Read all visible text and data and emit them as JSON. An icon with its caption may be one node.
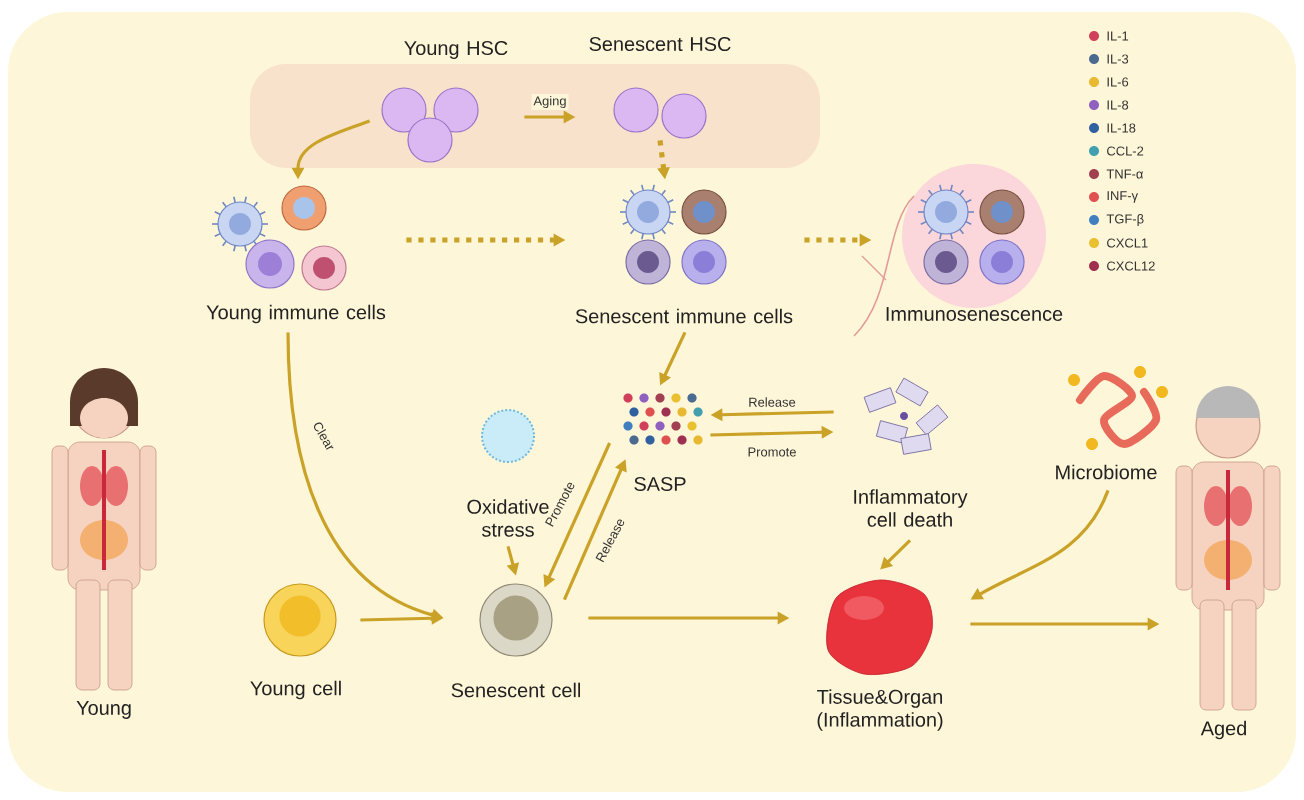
{
  "diagram": {
    "nodes": [
      {
        "text": [
          "Young HSC"
        ]
      },
      {
        "text": [
          "Senescent HSC"
        ]
      },
      {
        "text": [
          "Young immune cells"
        ]
      },
      {
        "text": [
          "Senescent immune cells"
        ]
      },
      {
        "text": [
          "Immunosenescence"
        ]
      },
      {
        "text": [
          "SASP"
        ]
      },
      {
        "text": [
          "Oxidative stress"
        ]
      },
      {
        "text": [
          "Inflammatory cell death"
        ]
      },
      {
        "text": [
          "Microbiome"
        ]
      },
      {
        "text": [
          "Young cell"
        ]
      },
      {
        "text": [
          "Senescent cell"
        ]
      },
      {
        "text": [
          "Tissue&Organ (Inflammation)"
        ]
      },
      {
        "text": [
          "Young"
        ]
      },
      {
        "text": [
          "Aged"
        ]
      }
    ],
    "edges": [
      {
        "from": 0,
        "to": 2,
        "arrow": "to"
      },
      {
        "from": 0,
        "to": 1,
        "arrow": "to",
        "label": "Aging"
      },
      {
        "from": 1,
        "to": 3,
        "arrow": "to",
        "style": "dashed"
      },
      {
        "from": 2,
        "to": 3,
        "arrow": "to",
        "style": "dashed"
      },
      {
        "from": 3,
        "to": 4,
        "arrow": "to",
        "style": "dashed"
      },
      {
        "from": 3,
        "to": 5,
        "arrow": "to"
      },
      {
        "from": 2,
        "to": 10,
        "arrow": "to",
        "label": "Clear"
      },
      {
        "from": 6,
        "to": 10,
        "arrow": "to"
      },
      {
        "from": 5,
        "to": 10,
        "arrow": "to",
        "label": "Promote"
      },
      {
        "from": 10,
        "to": 5,
        "arrow": "to",
        "label": "Release"
      },
      {
        "from": 7,
        "to": 5,
        "arrow": "to",
        "label": "Release"
      },
      {
        "from": 5,
        "to": 7,
        "arrow": "to",
        "label": "Promote"
      },
      {
        "from": 7,
        "to": 11,
        "arrow": "to"
      },
      {
        "from": 8,
        "to": 11,
        "arrow": "to"
      },
      {
        "from": 9,
        "to": 10,
        "arrow": "to"
      },
      {
        "from": 10,
        "to": 11,
        "arrow": "to"
      },
      {
        "from": 11,
        "to": 13,
        "arrow": "to"
      }
    ],
    "legend": [
      {
        "text": "IL-1",
        "color": "#d0405a"
      },
      {
        "text": "IL-3",
        "color": "#4a6a90"
      },
      {
        "text": "IL-6",
        "color": "#e8b830"
      },
      {
        "text": "IL-8",
        "color": "#9060c0"
      },
      {
        "text": "IL-18",
        "color": "#3060a0"
      },
      {
        "text": "CCL-2",
        "color": "#40a0b0"
      },
      {
        "text": "TNF-α",
        "color": "#a04050"
      },
      {
        "text": "INF-γ",
        "color": "#e05050"
      },
      {
        "text": "TGF-β",
        "color": "#4080c0"
      },
      {
        "text": "CXCL1",
        "color": "#e8c030"
      },
      {
        "text": "CXCL12",
        "color": "#a03050"
      }
    ]
  }
}
